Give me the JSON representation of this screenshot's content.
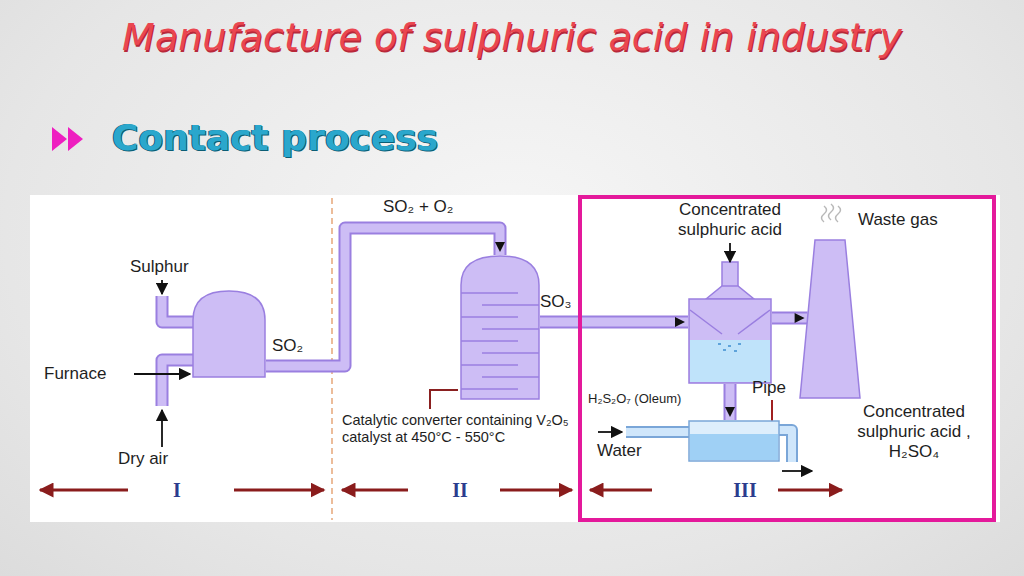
{
  "diagram": {
    "title": "Manufacture of sulphuric acid in industry",
    "nodes": [
      {
        "text": [
          "Furnace"
        ]
      },
      {
        "text": [
          "Catalytic converter containing V₂O₅ catalyst at 450°C - 550°C"
        ]
      },
      {
        "text": [
          "III"
        ]
      },
      {
        "text": [
          "Concentrated sulphuric acid"
        ],
        "in": 2
      },
      {
        "text": [
          "H₂S₂O₇ (Oleum)"
        ],
        "in": 2
      },
      {
        "text": [
          "Waste gas"
        ],
        "in": 2
      }
    ],
    "edges": [
      {
        "from": 0,
        "to": 1,
        "label": "SO₂",
        "arrow": "to"
      },
      {
        "from": 1,
        "to": 3,
        "label": "SO₃",
        "arrow": "to"
      },
      {
        "from": 3,
        "to": 5,
        "arrow": "to"
      },
      {
        "from": 3,
        "to": 4,
        "arrow": "to"
      }
    ],
    "labels": [
      "Contact process",
      "Sulphur",
      "SO₂ + O₂",
      "Dry air",
      "Water",
      "Pipe",
      "Concentrated sulphuric acid , H₂SO₄",
      "I",
      "II"
    ]
  }
}
